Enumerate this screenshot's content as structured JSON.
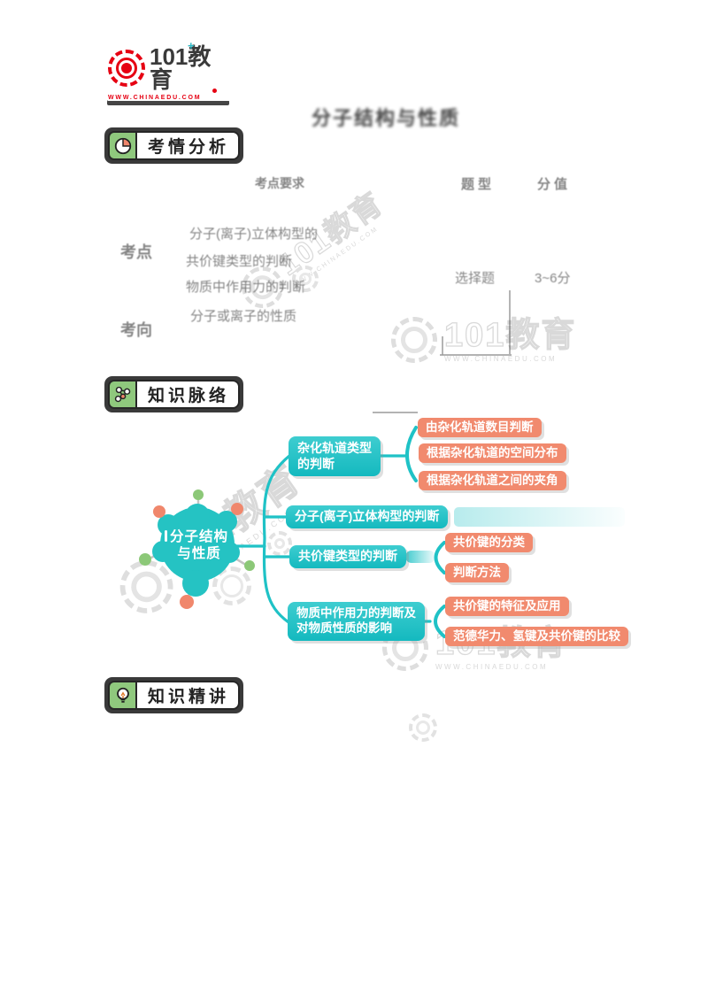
{
  "logo": {
    "number_101": "101",
    "word_edu": "教育",
    "plus": "+",
    "url": "WWW.CHINAEDU.COM"
  },
  "page_title": "分子结构与性质",
  "sections": {
    "analysis": "考情分析",
    "knowledge_map": "知识脉络",
    "lecture": "知识精讲"
  },
  "exam_overview": {
    "col_requirement": "考点要求",
    "col_type": "题型",
    "col_score": "分值",
    "row_label_1": "考点",
    "row_label_2": "考向",
    "line_1": "分子(离子)立体构型的",
    "line_2": "共价键类型的判断",
    "line_3": "物质中作用力的判断",
    "line_4": "分子或离子的性质",
    "type_value": "选择题",
    "score_value": "3~6分"
  },
  "mindmap": {
    "root_line1": "分子结构",
    "root_line2": "与性质",
    "branches": [
      {
        "line1": "杂化轨道类型",
        "line2": "的判断",
        "children": [
          "由杂化轨道数目判断",
          "根据杂化轨道的空间分布",
          "根据杂化轨道之间的夹角"
        ]
      },
      {
        "line1": "分子(离子)立体构型的判断",
        "line2": "",
        "children": []
      },
      {
        "line1": "共价键类型的判断",
        "line2": "",
        "children": [
          "共价键的分类",
          "判断方法"
        ]
      },
      {
        "line1": "物质中作用力的判断及",
        "line2": "对物质性质的影响",
        "children": [
          "共价键的特征及应用",
          "范德华力、氢键及共价键的比较"
        ]
      }
    ]
  },
  "watermark": {
    "text": "101教育",
    "sub": "WWW.CHINAEDU.COM"
  },
  "colors": {
    "teal": "#1fc2c6",
    "orange": "#f18a6e",
    "green": "#8fc87d",
    "red": "#e60012"
  }
}
